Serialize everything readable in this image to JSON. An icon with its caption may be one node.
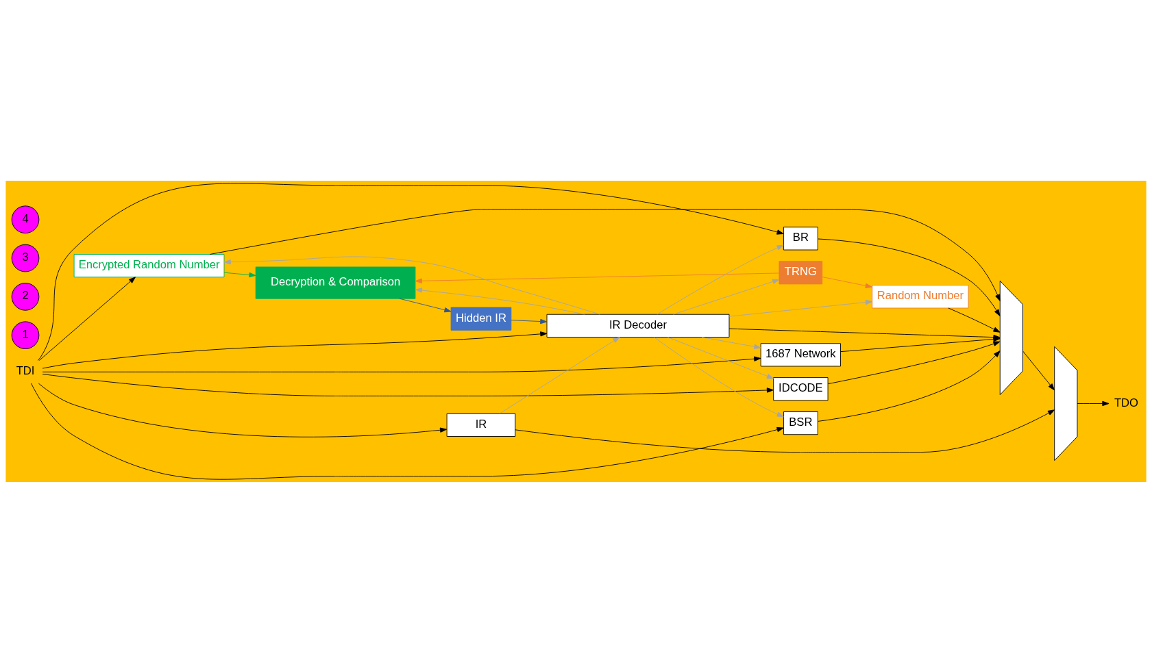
{
  "diagram": {
    "nodes": [
      {
        "text": [
          "TDI"
        ]
      },
      {
        "text": [
          "TRNG"
        ]
      },
      {
        "text": [
          "Encrypted Random Number"
        ]
      },
      {
        "text": [
          "Random Number"
        ]
      },
      {
        "text": [
          "1687 Network"
        ]
      },
      {
        "text": [
          "IDCODE"
        ]
      },
      {
        "text": [
          "BSR"
        ]
      },
      {
        "text": [
          "BR"
        ]
      },
      {
        "text": [],
        "shape": "trapezoid"
      },
      {
        "text": [],
        "shape": "trapezoid"
      },
      {
        "text": [
          "TDO"
        ]
      },
      {
        "text": [
          "IR Decoder"
        ]
      },
      {
        "text": [
          "Hidden IR"
        ]
      },
      {
        "text": [
          "Decryption & Comparison"
        ]
      },
      {
        "text": [
          "IR"
        ]
      },
      {
        "text": [
          "1"
        ]
      },
      {
        "text": [
          "2"
        ]
      },
      {
        "text": [
          "3"
        ]
      },
      {
        "text": [
          "4"
        ]
      }
    ],
    "edges": [
      {
        "from": 0,
        "to": 2,
        "arrow": "to"
      },
      {
        "from": 0,
        "to": 4,
        "arrow": "to"
      },
      {
        "from": 0,
        "to": 5,
        "arrow": "to"
      },
      {
        "from": 0,
        "to": 6,
        "arrow": "to"
      },
      {
        "from": 0,
        "to": 7,
        "arrow": "to"
      },
      {
        "from": 0,
        "to": 11,
        "arrow": "to"
      },
      {
        "from": 0,
        "to": 14,
        "arrow": "to"
      },
      {
        "from": 1,
        "to": 3,
        "arrow": "to",
        "color": "#ed7d31"
      },
      {
        "from": 1,
        "to": 13,
        "arrow": "to",
        "color": "#ed7d31"
      },
      {
        "from": 2,
        "to": 13,
        "arrow": "to",
        "color": "#00b050"
      },
      {
        "from": 11,
        "to": 1,
        "arrow": "to",
        "color": "#a6a6a6"
      },
      {
        "from": 11,
        "to": 2,
        "arrow": "to",
        "color": "#a6a6a6"
      },
      {
        "from": 11,
        "to": 3,
        "arrow": "to",
        "color": "#a6a6a6"
      },
      {
        "from": 11,
        "to": 4,
        "arrow": "to",
        "color": "#a6a6a6"
      },
      {
        "from": 11,
        "to": 5,
        "arrow": "to",
        "color": "#a6a6a6"
      },
      {
        "from": 11,
        "to": 6,
        "arrow": "to",
        "color": "#a6a6a6"
      },
      {
        "from": 11,
        "to": 7,
        "arrow": "to",
        "color": "#a6a6a6"
      },
      {
        "from": 11,
        "to": 13,
        "arrow": "to",
        "color": "#a6a6a6"
      },
      {
        "from": 13,
        "to": 12,
        "arrow": "to",
        "color": "#2f5597"
      },
      {
        "from": 12,
        "to": 11,
        "arrow": "to",
        "color": "#2f5597"
      },
      {
        "from": 14,
        "to": 11,
        "arrow": "to",
        "color": "#a6a6a6"
      },
      {
        "from": 11,
        "to": 8,
        "arrow": "to"
      },
      {
        "from": 2,
        "to": 8,
        "arrow": "to"
      },
      {
        "from": 3,
        "to": 8,
        "arrow": "to"
      },
      {
        "from": 4,
        "to": 8,
        "arrow": "to"
      },
      {
        "from": 5,
        "to": 8,
        "arrow": "to"
      },
      {
        "from": 6,
        "to": 8,
        "arrow": "to"
      },
      {
        "from": 7,
        "to": 8,
        "arrow": "to"
      },
      {
        "from": 8,
        "to": 9,
        "arrow": "to"
      },
      {
        "from": 14,
        "to": 9,
        "arrow": "to"
      },
      {
        "from": 9,
        "to": 10,
        "arrow": "to"
      }
    ]
  }
}
